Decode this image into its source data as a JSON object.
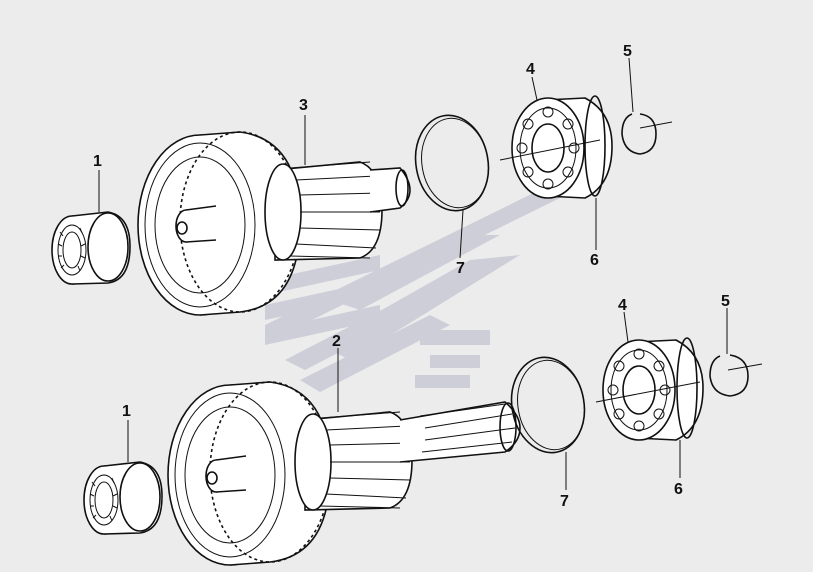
{
  "diagram": {
    "assemblies": [
      {
        "id": "upper-shaft",
        "callouts": [
          {
            "key": "upper-roller-bearing",
            "label": "1"
          },
          {
            "key": "upper-gear-shaft",
            "label": "3"
          },
          {
            "key": "upper-seal-ring",
            "label": "7"
          },
          {
            "key": "upper-ball-bearing",
            "label": "4"
          },
          {
            "key": "upper-circlip",
            "label": "5"
          },
          {
            "key": "upper-bearing-ring",
            "label": "6"
          }
        ]
      },
      {
        "id": "lower-shaft",
        "callouts": [
          {
            "key": "lower-roller-bearing",
            "label": "1"
          },
          {
            "key": "lower-gear-shaft",
            "label": "2"
          },
          {
            "key": "lower-seal-ring",
            "label": "7"
          },
          {
            "key": "lower-ball-bearing",
            "label": "4"
          },
          {
            "key": "lower-circlip",
            "label": "5"
          },
          {
            "key": "lower-bearing-ring",
            "label": "6"
          }
        ]
      }
    ],
    "colors": {
      "background": "#ececec",
      "line": "#111111",
      "watermark": "#c9c9d6"
    },
    "watermark_icon": "brand-logo-watermark"
  }
}
